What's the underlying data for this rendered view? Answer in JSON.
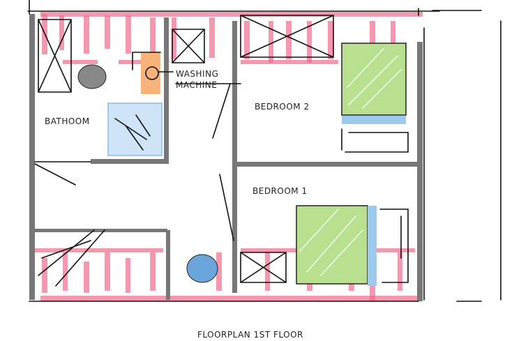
{
  "title": "FLOORPLAN 1ST FLOOR",
  "rooms": {
    "bathroom": "BATHOOM",
    "bedroom2": "BEDROOM 2",
    "bedroom1": "BEDROOM 1"
  },
  "fixtures": {
    "washing_machine_line1": "WASHING",
    "washing_machine_line2": "MACHINE"
  },
  "colors": {
    "pink": "#f06c8f",
    "wall": "#777777",
    "bed": "#b9e08f",
    "blue": "#9cc9ee",
    "orange": "#f7b37a"
  }
}
